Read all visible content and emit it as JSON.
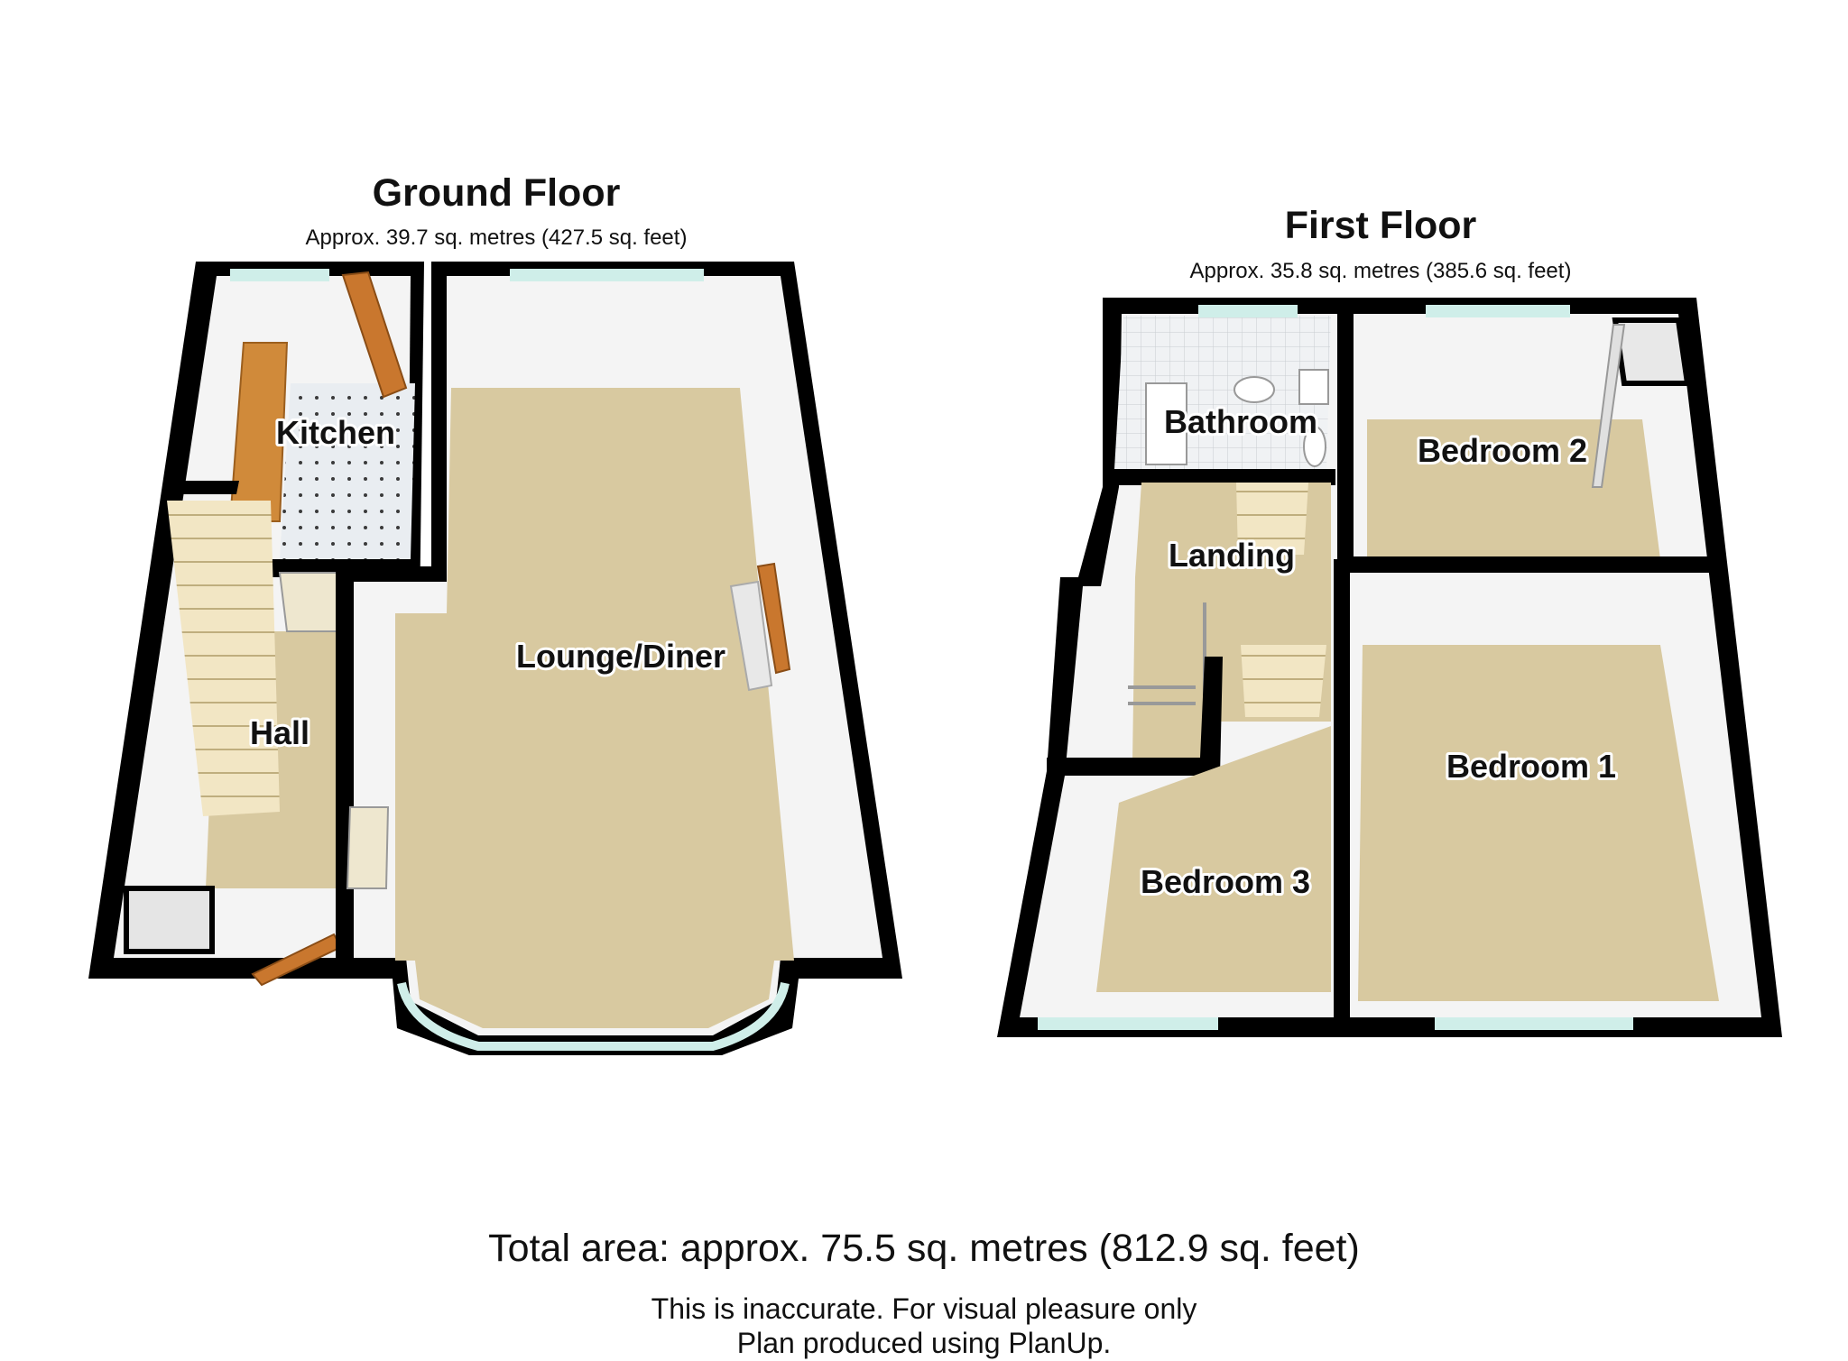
{
  "floors": [
    {
      "title": "Ground Floor",
      "area": "Approx. 39.7 sq. metres (427.5 sq. feet)",
      "rooms": [
        "Kitchen",
        "Hall",
        "Lounge/Diner"
      ]
    },
    {
      "title": "First Floor",
      "area": "Approx. 35.8 sq. metres (385.6 sq. feet)",
      "rooms": [
        "Bathroom",
        "Bedroom 2",
        "Landing",
        "Bedroom 1",
        "Bedroom 3"
      ]
    }
  ],
  "footer": {
    "total": "Total area: approx. 75.5 sq. metres (812.9 sq. feet)",
    "note_line1": "This is inaccurate. For visual pleasure only",
    "note_line2": "Plan produced using PlanUp."
  },
  "colors": {
    "wall": "#000000",
    "wall_inner": "#f4f4f4",
    "carpet": "#d8c9a0",
    "kitchen_floor": "#e8ecf0",
    "cabinet": "#d08a3a",
    "window": "#cfeee9",
    "door": "#c9772e"
  }
}
